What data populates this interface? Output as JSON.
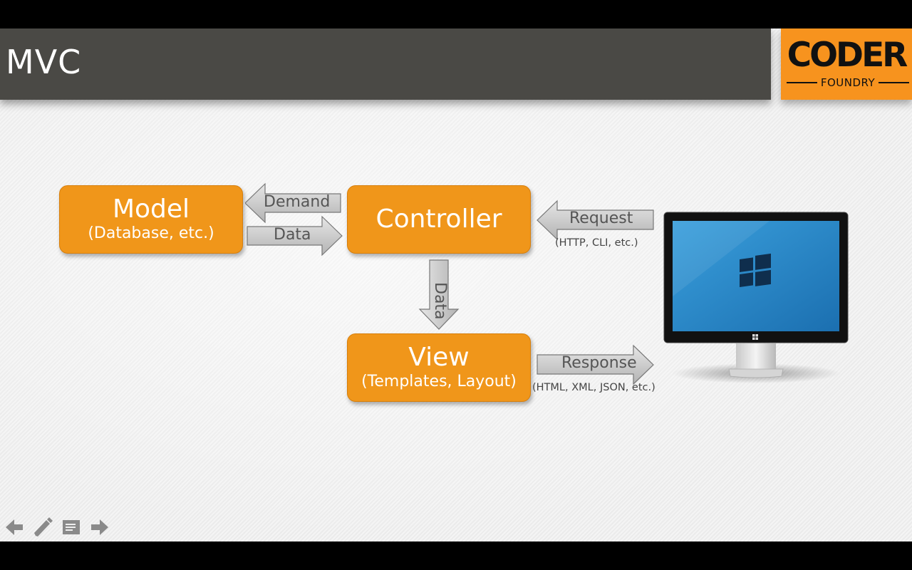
{
  "header": {
    "title": "MVC"
  },
  "logo": {
    "main": "CODER",
    "sub": "FOUNDRY",
    "color": "#f7931e"
  },
  "diagram": {
    "model": {
      "title": "Model",
      "subtitle": "(Database, etc.)"
    },
    "controller": {
      "title": "Controller"
    },
    "view": {
      "title": "View",
      "subtitle": "(Templates, Layout)"
    },
    "arrows": {
      "demand": "Demand",
      "data_to_controller": "Data",
      "data_to_view": "Data",
      "request": "Request",
      "request_caption": "(HTTP, CLI, etc.)",
      "response": "Response",
      "response_caption": "(HTML, XML, JSON, etc.)"
    },
    "box_color": "#f0961a"
  },
  "nav": {
    "icons": [
      "arrow-left-icon",
      "pen-icon",
      "menu-icon",
      "arrow-right-icon"
    ]
  }
}
